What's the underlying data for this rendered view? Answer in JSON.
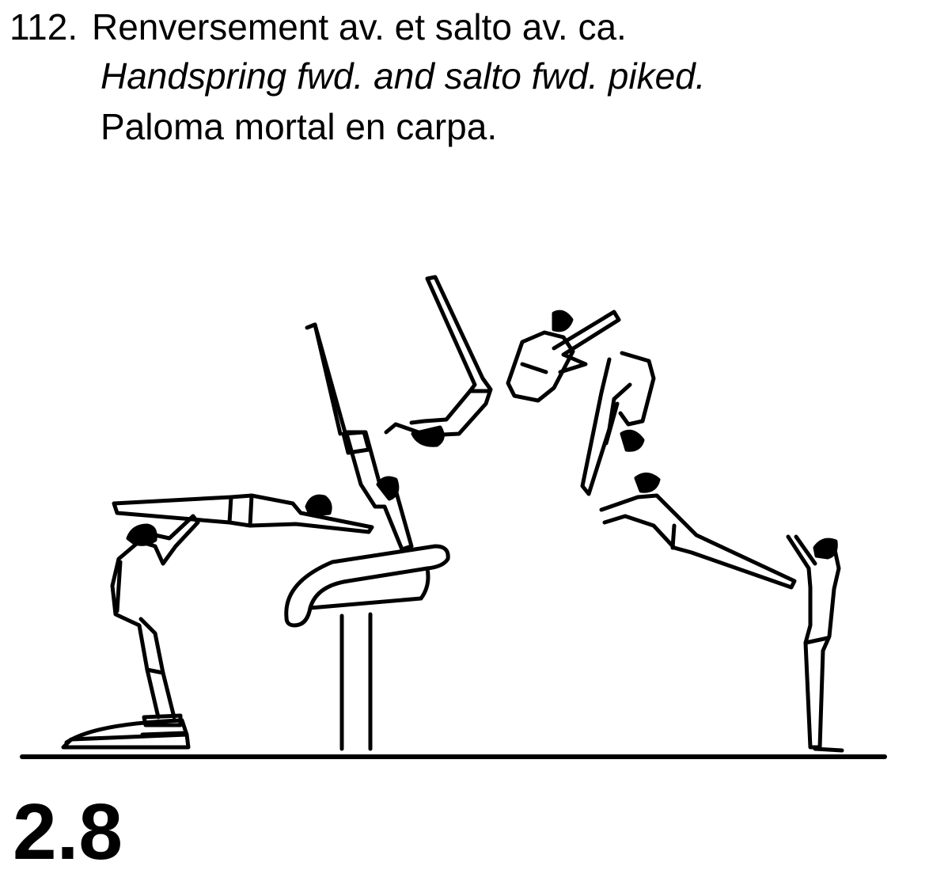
{
  "element": {
    "number": "112.",
    "name_fr": "Renversement av. et salto av. ca.",
    "name_en": "Handspring fwd. and salto fwd. piked.",
    "name_es": "Paloma mortal en carpa.",
    "value": "2.8"
  },
  "illustration": {
    "apparatus": "vaulting table",
    "frames": [
      "run-up on springboard",
      "pre-flight",
      "support on table",
      "repulsion",
      "salto piked",
      "salto piked 2",
      "extension",
      "landing"
    ]
  }
}
